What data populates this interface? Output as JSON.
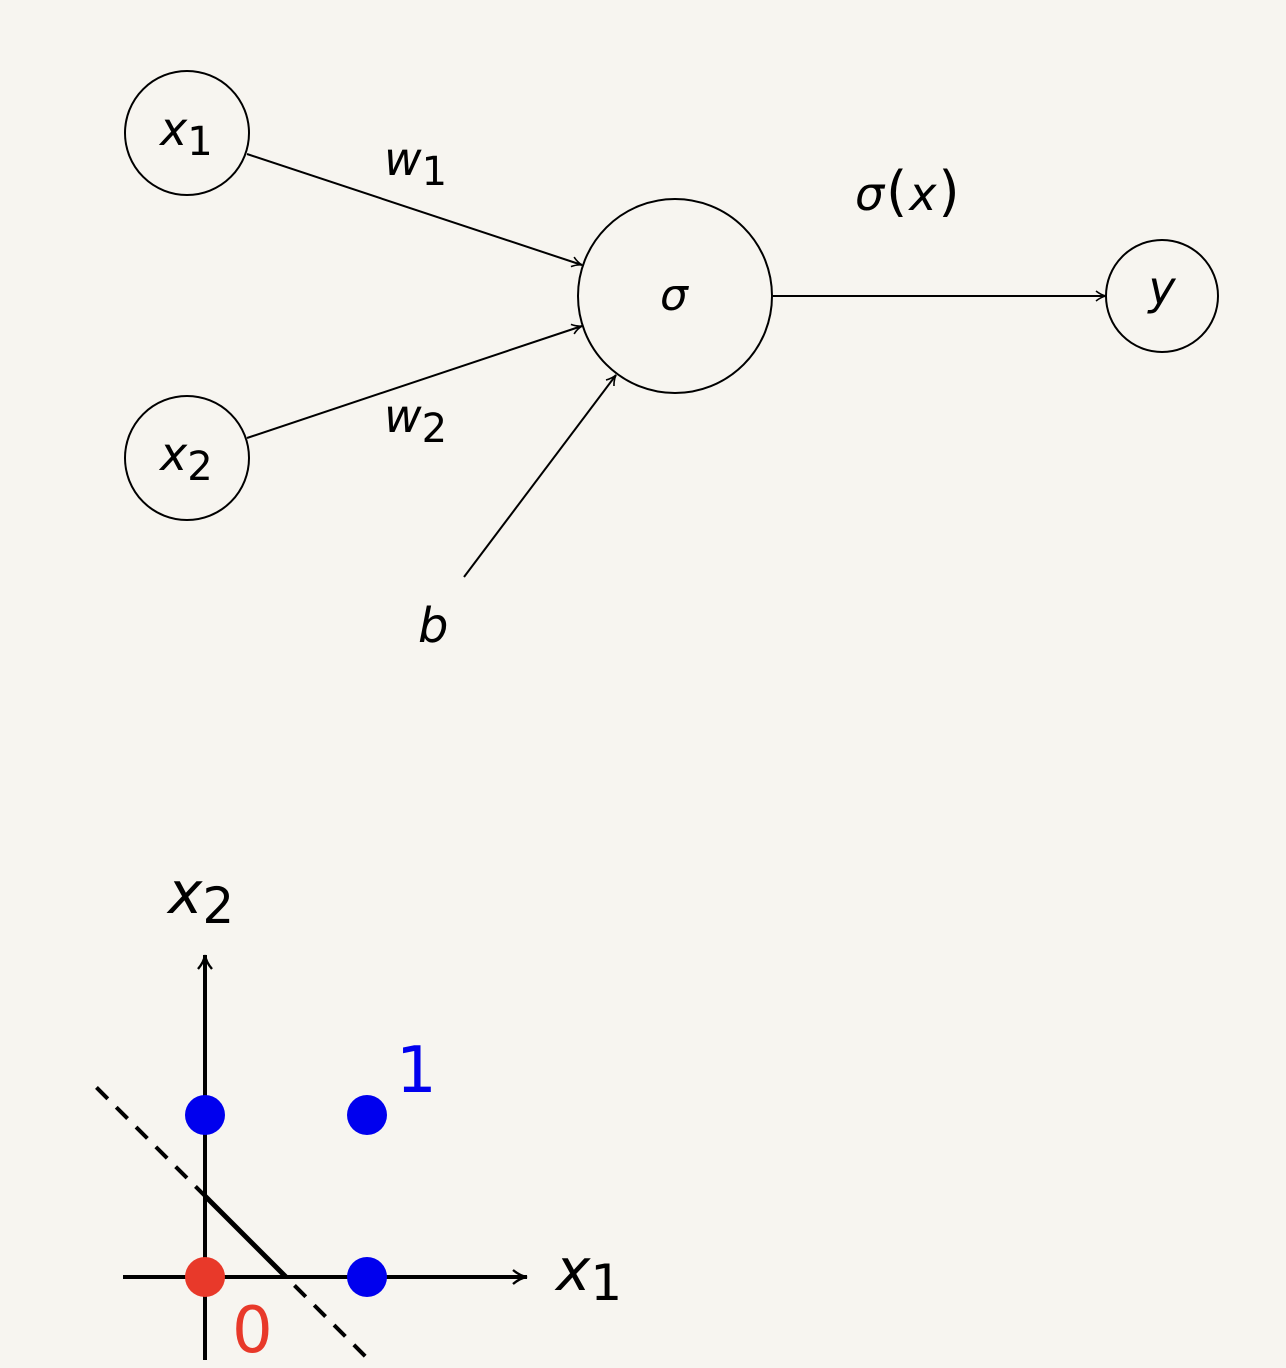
{
  "perceptron": {
    "inputs": [
      {
        "var": "x",
        "sub": "1"
      },
      {
        "var": "x",
        "sub": "2"
      }
    ],
    "weights": [
      {
        "var": "w",
        "sub": "1"
      },
      {
        "var": "w",
        "sub": "2"
      }
    ],
    "bias": "b",
    "activation": "σ",
    "activation_fn": {
      "sym": "σ",
      "open": "(",
      "arg": "x",
      "close": ")"
    },
    "output": "y"
  },
  "plot": {
    "x_axis": {
      "var": "x",
      "sub": "1"
    },
    "y_axis": {
      "var": "x",
      "sub": "2"
    },
    "class_labels": {
      "positive": "1",
      "negative": "0"
    },
    "colors": {
      "positive": "#0000ee",
      "negative": "#e8392a",
      "line": "#000000"
    },
    "points": [
      {
        "x1": 0,
        "x2": 0,
        "class": 0
      },
      {
        "x1": 1,
        "x2": 0,
        "class": 1
      },
      {
        "x1": 0,
        "x2": 1,
        "class": 1
      },
      {
        "x1": 1,
        "x2": 1,
        "class": 1
      }
    ],
    "decision_boundary": {
      "x_intercept": 0.5,
      "y_intercept": 0.5
    }
  }
}
